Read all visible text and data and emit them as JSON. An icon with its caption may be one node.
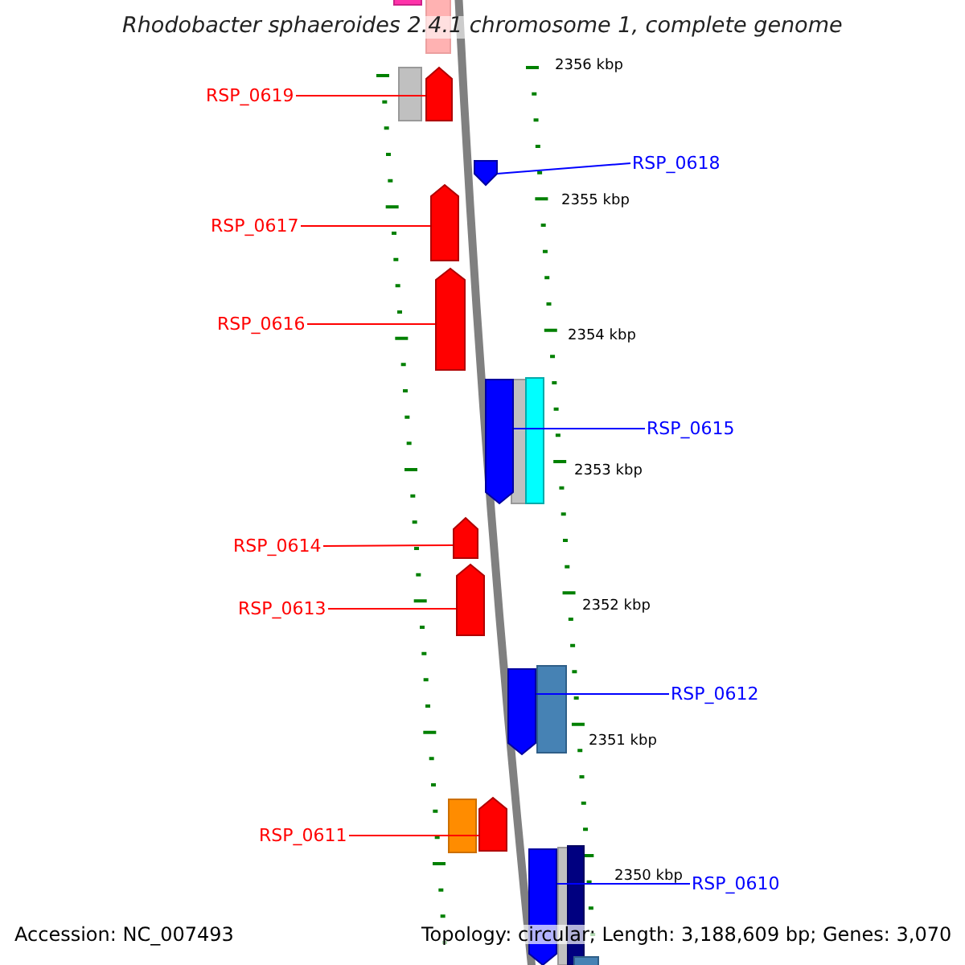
{
  "diagram": {
    "title": "Rhodobacter sphaeroides 2.4.1 chromosome 1, complete genome",
    "nodes": [
      {
        "text": [
          "RSP_0619"
        ]
      },
      {
        "text": [],
        "shape": "arrow"
      },
      {
        "text": [
          "RSP_0618"
        ]
      },
      {
        "text": [],
        "shape": "arrow"
      },
      {
        "text": [
          "RSP_0617"
        ]
      },
      {
        "text": [],
        "shape": "arrow"
      },
      {
        "text": [
          "RSP_0616"
        ]
      },
      {
        "text": [],
        "shape": "arrow"
      },
      {
        "text": [
          "RSP_0615"
        ]
      },
      {
        "text": [],
        "shape": "arrow"
      },
      {
        "text": [
          "RSP_0614"
        ]
      },
      {
        "text": [],
        "shape": "arrow"
      },
      {
        "text": [
          "RSP_0613"
        ]
      },
      {
        "text": [],
        "shape": "arrow"
      },
      {
        "text": [
          "RSP_0612"
        ]
      },
      {
        "text": [],
        "shape": "arrow"
      },
      {
        "text": [
          "RSP_0611"
        ]
      },
      {
        "text": [],
        "shape": "arrow"
      },
      {
        "text": [
          "RSP_0610"
        ]
      },
      {
        "text": [],
        "shape": "arrow"
      }
    ],
    "edges": [
      {
        "from": 0,
        "to": 1,
        "arrow": "none",
        "color": "#ff0000"
      },
      {
        "from": 2,
        "to": 3,
        "arrow": "none",
        "color": "#0000ff"
      },
      {
        "from": 4,
        "to": 5,
        "arrow": "none",
        "color": "#ff0000"
      },
      {
        "from": 6,
        "to": 7,
        "arrow": "none",
        "color": "#ff0000"
      },
      {
        "from": 8,
        "to": 9,
        "arrow": "none",
        "color": "#0000ff"
      },
      {
        "from": 10,
        "to": 11,
        "arrow": "none",
        "color": "#ff0000"
      },
      {
        "from": 12,
        "to": 13,
        "arrow": "none",
        "color": "#ff0000"
      },
      {
        "from": 14,
        "to": 15,
        "arrow": "none",
        "color": "#0000ff"
      },
      {
        "from": 16,
        "to": 17,
        "arrow": "none",
        "color": "#ff0000"
      },
      {
        "from": 18,
        "to": 19,
        "arrow": "none",
        "color": "#0000ff"
      }
    ],
    "labels": [
      "2356 kbp",
      "2355 kbp",
      "2354 kbp",
      "2353 kbp",
      "2352 kbp",
      "2351 kbp",
      "2350 kbp",
      "Accession: NC_007493",
      "Topology: circular; Length: 3,188,609 bp; Genes: 3,070"
    ]
  }
}
